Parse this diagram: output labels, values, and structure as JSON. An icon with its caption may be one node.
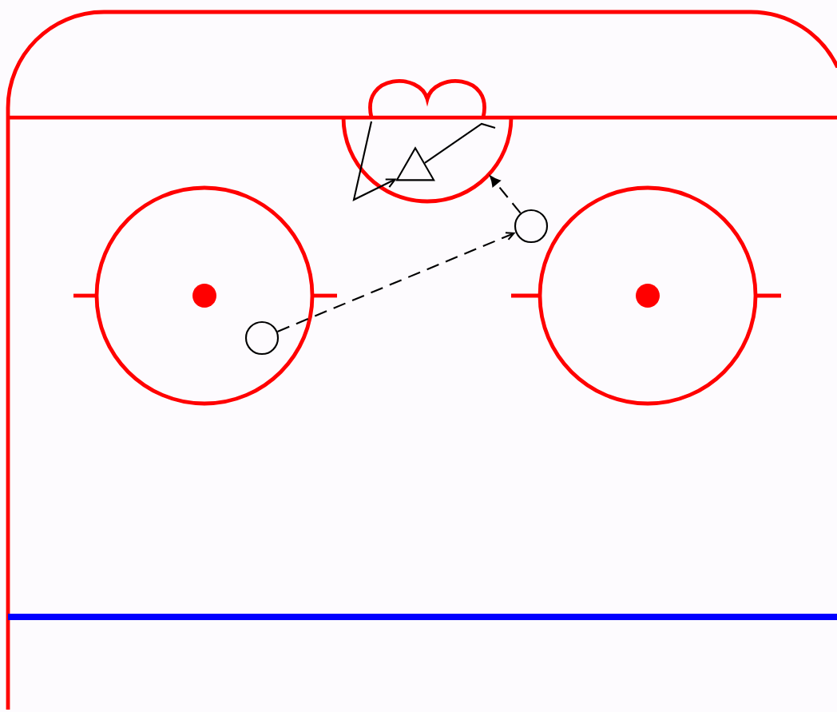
{
  "diagram": {
    "nodes": [
      {
        "text": [],
        "shape": "circle"
      },
      {
        "text": [],
        "shape": "circle"
      },
      {
        "text": [],
        "shape": "triangle"
      }
    ],
    "edges": [
      {
        "from": 0,
        "to": 1,
        "arrow": "to",
        "style": "dashed"
      },
      {
        "from": 1,
        "to": null,
        "arrow": "to",
        "style": "dashed"
      },
      {
        "from": null,
        "to": 2,
        "arrow": "to"
      },
      {
        "from": 2,
        "to": null,
        "arrow": "none"
      }
    ]
  }
}
